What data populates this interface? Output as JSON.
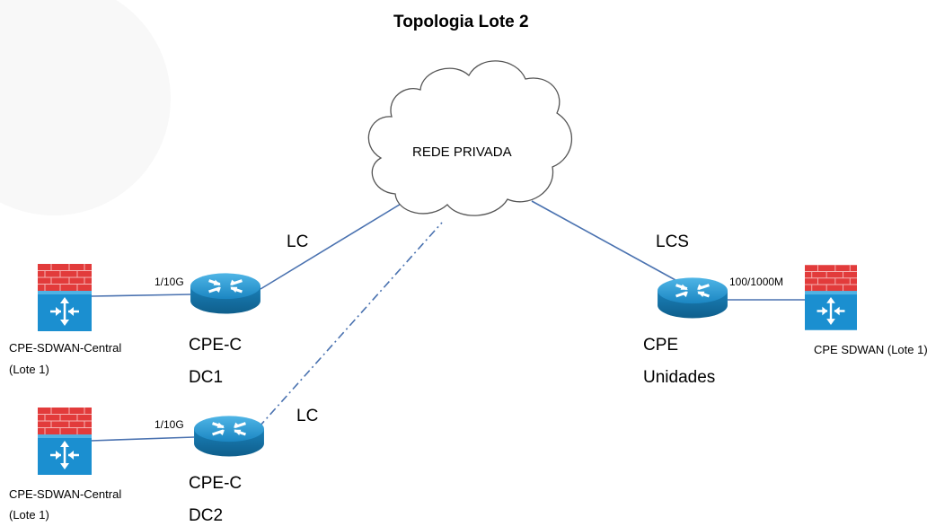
{
  "title": "Topologia Lote 2",
  "cloud": {
    "label": "REDE PRIVADA"
  },
  "links": {
    "lc_dc1": "LC",
    "lc_dc2": "LC",
    "lcs": "LCS",
    "speed_dc1": "1/10G",
    "speed_dc2": "1/10G",
    "speed_unidades": "100/1000M"
  },
  "devices": {
    "fw_dc1": {
      "line1": "CPE-SDWAN-Central",
      "line2": "(Lote 1)"
    },
    "fw_dc2": {
      "line1": "CPE-SDWAN-Central",
      "line2": "(Lote 1)"
    },
    "fw_unidades": {
      "line1": "CPE SDWAN (Lote 1)"
    },
    "router_dc1": {
      "line1": "CPE-C",
      "line2": "DC1"
    },
    "router_dc2": {
      "line1": "CPE-C",
      "line2": "DC2"
    },
    "router_unidades": {
      "line1": "CPE",
      "line2": "Unidades"
    }
  },
  "colors": {
    "link": "#4a72b0",
    "router": "#1e90c8",
    "router_dark": "#146a96",
    "firewall_brick": "#e23b3b",
    "firewall_body": "#1b8fd0",
    "cloud_stroke": "#555555"
  }
}
